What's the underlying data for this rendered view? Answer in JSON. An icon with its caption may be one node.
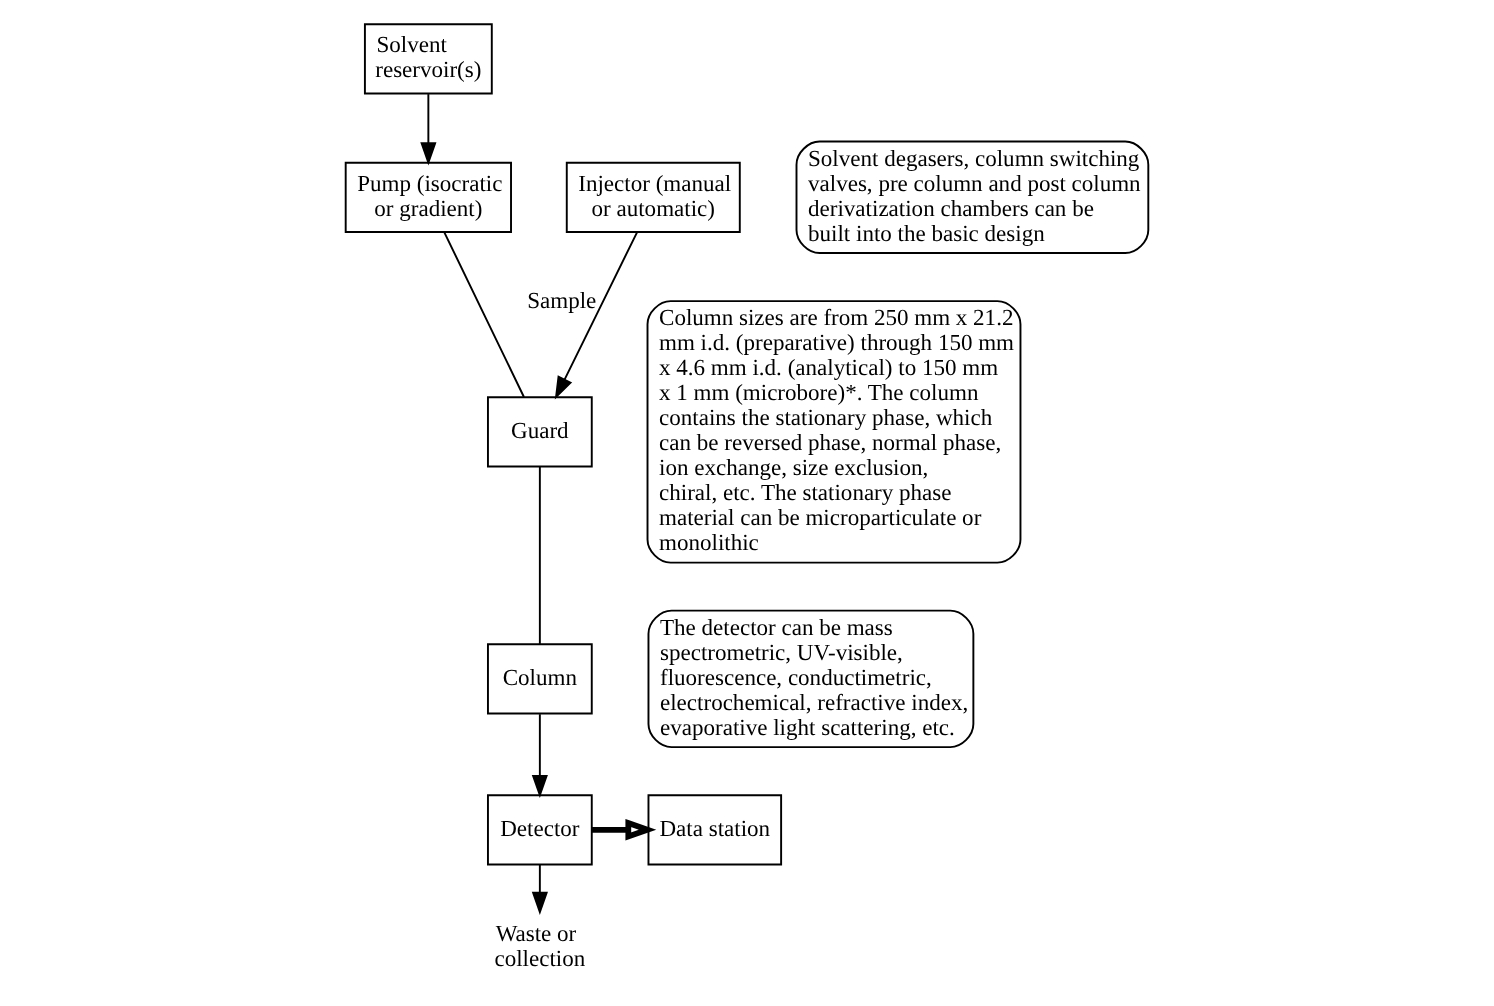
{
  "diagram": {
    "nodes": [
      {
        "text": [
          "Solvent reservoir(s)"
        ]
      },
      {
        "text": [
          "Pump (isocratic or gradient)"
        ]
      },
      {
        "text": [
          "Injector (manual or automatic)"
        ]
      },
      {
        "text": [
          "Guard"
        ]
      },
      {
        "text": [
          "Column"
        ]
      },
      {
        "text": [
          "Detector"
        ]
      },
      {
        "text": [
          "Data station"
        ]
      },
      {
        "text": [
          "Waste or collection"
        ]
      },
      {
        "text": [
          "Column sizes are from 250 mm x 21.2 mm i.d. (preparative) through 150 mm x 4.6 mm i.d. (analytical) to 150 mm x 1 mm (microbore)*. The column contains the stationary phase, which can be reversed phase, normal phase, ion exchange, size exclusion, chiral, etc. The stationary phase material can be microparticulate or monolithic"
        ]
      },
      {
        "text": [
          "The detector can be mass spectrometric, UV-visible, fluorescence, conductimetric, electrochemical, refractive index, evaporative light scattering, etc."
        ]
      },
      {
        "text": [
          "Solvent degasers, column switching valves, pre column and post column derivatization chambers can be built into the basic design"
        ]
      }
    ],
    "edges": [
      {
        "from": 0,
        "to": 1,
        "arrow": "to"
      },
      {
        "from": 1,
        "to": 3,
        "arrow": "none"
      },
      {
        "from": 2,
        "to": 3,
        "arrow": "to",
        "label": "Sample"
      },
      {
        "from": 3,
        "to": 4,
        "arrow": "none"
      },
      {
        "from": 4,
        "to": 5,
        "arrow": "to"
      },
      {
        "from": 5,
        "to": 6,
        "arrow": "to",
        "style": "thick"
      },
      {
        "from": 5,
        "to": 7,
        "arrow": "to"
      }
    ]
  }
}
